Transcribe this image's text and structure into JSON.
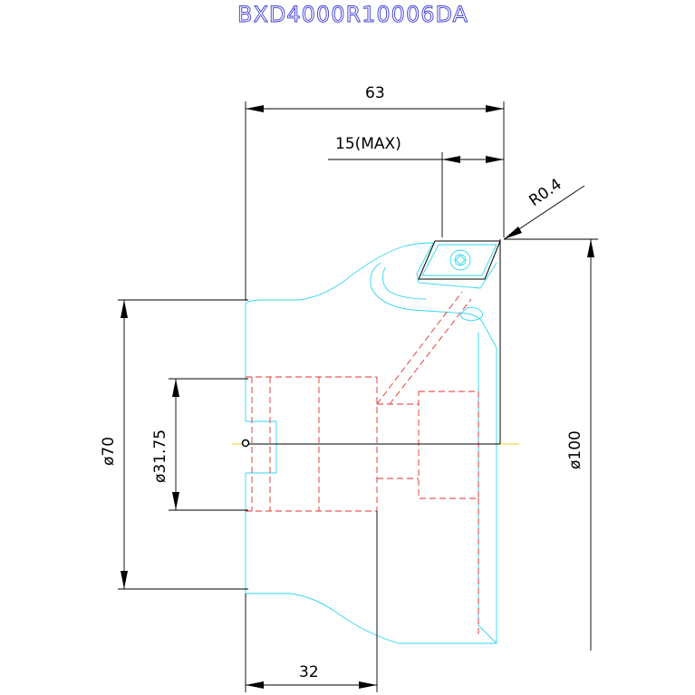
{
  "title": "BXD4000R10006DA",
  "dimensions": {
    "overall_length": "63",
    "depth_max": "15(MAX)",
    "corner_radius": "R0.4",
    "body_diameter": "ø70",
    "bore_diameter": "ø31.75",
    "cutting_diameter": "ø100",
    "flange_length": "32"
  },
  "colors": {
    "title": "#3a3ad8",
    "body_outline": "#2fd6ee",
    "hidden_lines": "#e03030",
    "dimension_lines": "#000000",
    "centerline": "#e8d020"
  }
}
